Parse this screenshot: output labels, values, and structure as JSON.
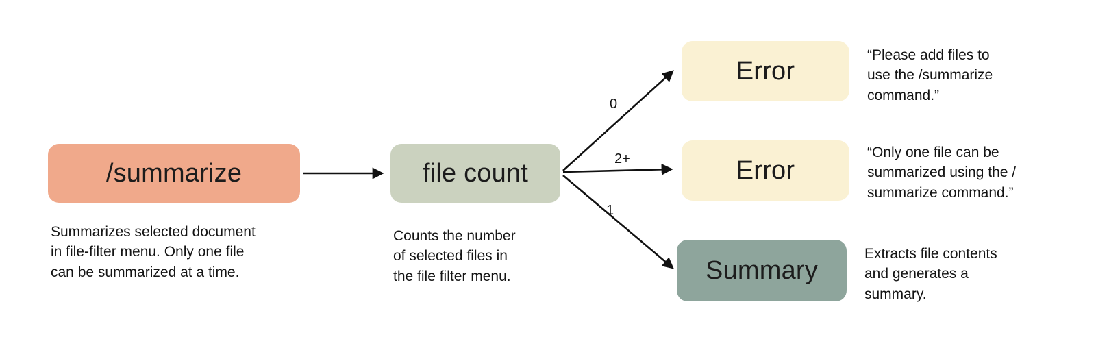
{
  "colors": {
    "summarize_node": "#F0A98B",
    "file_count_node": "#CBD2BF",
    "error_node": "#FAF1D3",
    "summary_node": "#8EA59C",
    "arrow": "#111111"
  },
  "nodes": {
    "summarize": {
      "label": "/summarize",
      "caption": "Summarizes selected document\nin file-filter menu. Only one file\ncan be summarized at a time."
    },
    "file_count": {
      "label": "file count",
      "caption": "Counts the number\nof selected files in\nthe file filter menu."
    },
    "error_zero": {
      "label": "Error",
      "note": "“Please add files to\nuse the /summarize\ncommand.”"
    },
    "error_multi": {
      "label": "Error",
      "note": "“Only one file can be\nsummarized using the /\nsummarize command.”"
    },
    "summary": {
      "label": "Summary",
      "note": "Extracts file contents\nand generates a\nsummary."
    }
  },
  "edges": {
    "zero": {
      "label": "0"
    },
    "multi": {
      "label": "2+"
    },
    "one": {
      "label": "1"
    }
  }
}
